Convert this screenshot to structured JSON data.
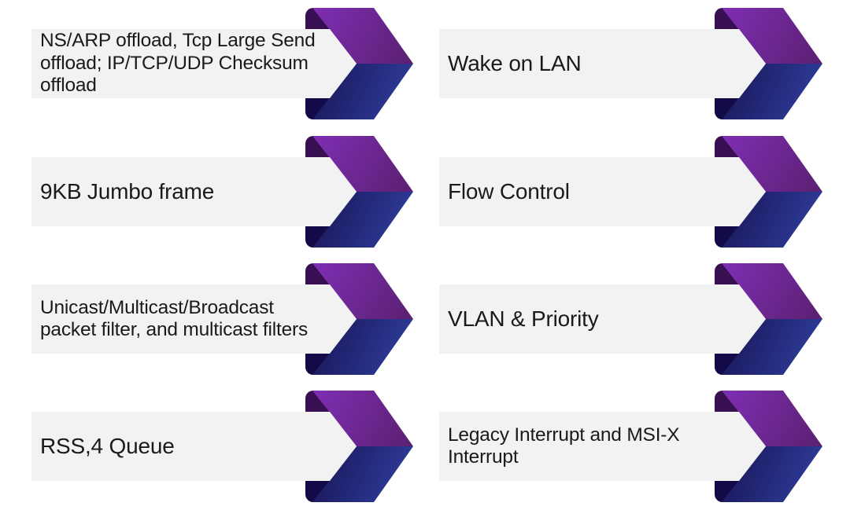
{
  "slide": {
    "background": "#ffffff"
  },
  "colors": {
    "bar_bg": "#f2f2f2",
    "text_color": "#1a1a1a",
    "purple_light": "#7f2eb4",
    "purple_dark": "#5a2070",
    "navy_light": "#3040a0",
    "navy_dark": "#1a175a",
    "fold_purple": "#381051",
    "fold_navy": "#130b47"
  },
  "columns": {
    "left": [
      {
        "id": "offload",
        "text": "NS/ARP offload,  Tcp Large Send offload; IP/TCP/UDP Checksum offload"
      },
      {
        "id": "jumbo-frame",
        "text": "9KB Jumbo frame"
      },
      {
        "id": "packet-filter",
        "text": "Unicast/Multicast/Broadcast packet filter, and multicast filters"
      },
      {
        "id": "rss-queue",
        "text": "RSS,4 Queue"
      }
    ],
    "right": [
      {
        "id": "wake-on-lan",
        "text": "Wake on LAN"
      },
      {
        "id": "flow-control",
        "text": "Flow Control"
      },
      {
        "id": "vlan-priority",
        "text": "VLAN & Priority"
      },
      {
        "id": "interrupt",
        "text": "Legacy Interrupt and MSI-X Interrupt"
      }
    ]
  }
}
